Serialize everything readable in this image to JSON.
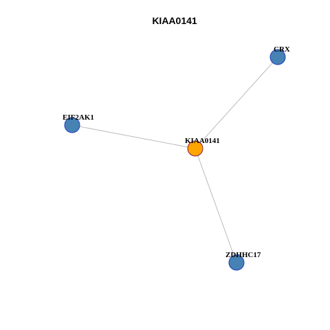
{
  "title": "KIAA0141",
  "nodes": [
    {
      "id": "KIAA0141",
      "label": "KIAA0141",
      "fill": "#FFA500",
      "stroke": "#8B1A4A",
      "role": "center"
    },
    {
      "id": "CRX",
      "label": "CRX",
      "fill": "#4682B4",
      "stroke": "#1F3FBF",
      "role": "neighbor"
    },
    {
      "id": "EIF2AK1",
      "label": "EIF2AK1",
      "fill": "#4682B4",
      "stroke": "#1F3FBF",
      "role": "neighbor"
    },
    {
      "id": "ZDHHC17",
      "label": "ZDHHC17",
      "fill": "#4682B4",
      "stroke": "#1F3FBF",
      "role": "neighbor"
    }
  ],
  "edges": [
    {
      "source": "KIAA0141",
      "target": "CRX"
    },
    {
      "source": "KIAA0141",
      "target": "EIF2AK1"
    },
    {
      "source": "KIAA0141",
      "target": "ZDHHC17"
    }
  ],
  "colors": {
    "center_fill": "#FFA500",
    "neighbor_fill": "#4682B4",
    "edge": "#AAAAAA"
  }
}
